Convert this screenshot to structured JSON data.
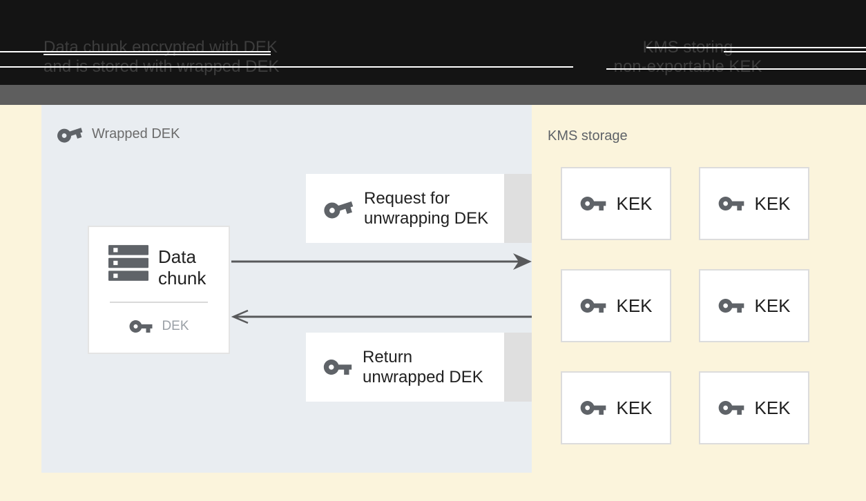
{
  "banner": {
    "caption_left": {
      "line1": "Data chunk encrypted with DEK",
      "line2": "and is stored with wrapped DEK"
    },
    "caption_right": {
      "line1": "KMS storing",
      "line2": "non-exportable KEK"
    }
  },
  "wrapped_dek_panel": {
    "label": "Wrapped DEK",
    "data_chunk_box": {
      "title_line1": "Data",
      "title_line2": "chunk",
      "key_label": "DEK"
    },
    "request_box": {
      "line1": "Request for",
      "line2": "unwrapping DEK"
    },
    "return_box": {
      "line1": "Return",
      "line2": "unwrapped DEK"
    }
  },
  "kms_panel": {
    "label": "KMS storage",
    "keys": [
      {
        "label": "KEK"
      },
      {
        "label": "KEK"
      },
      {
        "label": "KEK"
      },
      {
        "label": "KEK"
      },
      {
        "label": "KEK"
      },
      {
        "label": "KEK"
      }
    ]
  },
  "icons": {
    "key": "key-icon",
    "storage": "storage-icon"
  },
  "colors": {
    "banner_bg": "#141414",
    "banner_text": "#3d3d3d",
    "divider_bar": "#5e5e5e",
    "canvas_bg": "#fbf4dc",
    "panel_bg": "#e9edf1",
    "icon_gray": "#5f6368",
    "text_dark": "#212121",
    "muted_text": "#9aa0a6",
    "arrow": "#58595b",
    "box_tail": "#dfdfdf"
  }
}
